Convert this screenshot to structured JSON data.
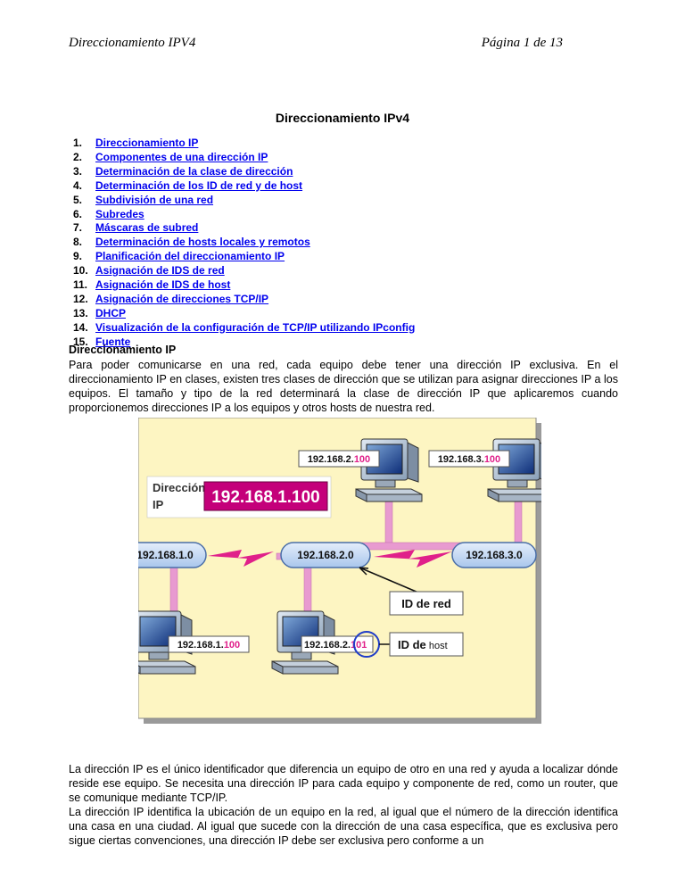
{
  "header": {
    "left": "Direccionamiento IPV4",
    "right": "Página 1 de 13"
  },
  "title": "Direccionamiento IPv4",
  "toc": [
    {
      "num": "1.",
      "label": "Direccionamiento IP"
    },
    {
      "num": "2.",
      "label": "Componentes de una dirección IP"
    },
    {
      "num": "3.",
      "label": "Determinación de la clase de dirección"
    },
    {
      "num": "4.",
      "label": "Determinación de los ID de red y de host"
    },
    {
      "num": "5.",
      "label": "Subdivisión de una red"
    },
    {
      "num": "6.",
      "label": "Subredes"
    },
    {
      "num": "7.",
      "label": "Máscaras de subred"
    },
    {
      "num": "8.",
      "label": "Determinación de hosts locales y remotos"
    },
    {
      "num": "9.",
      "label": "Planificación del direccionamiento IP"
    },
    {
      "num": "10.",
      "label": "Asignación de IDS de red"
    },
    {
      "num": "11.",
      "label": "Asignación de IDS de host"
    },
    {
      "num": "12.",
      "label": "Asignación de direcciones TCP/IP"
    },
    {
      "num": "13.",
      "label": "DHCP"
    },
    {
      "num": "14.",
      "label": "Visualización de la configuración de TCP/IP utilizando IPconfig"
    },
    {
      "num": "15.",
      "label": "Fuente"
    }
  ],
  "section_heading": "Direccionamiento IP",
  "intro_paragraph": "Para poder comunicarse en una red, cada equipo debe tener una dirección IP exclusiva. En el direccionamiento IP en clases, existen tres clases de dirección que se utilizan para asignar direcciones IP a los equipos. El tamaño y tipo de la red determinará la clase de dirección IP que aplicaremos cuando proporcionemos direcciones IP a los equipos y otros hosts de nuestra red.",
  "diagram": {
    "address_label_line1": "Dirección",
    "address_label_line2": "IP",
    "address_value": "192.168.1.100",
    "networks": [
      "192.168.1.0",
      "192.168.2.0",
      "192.168.3.0"
    ],
    "host_top_left_prefix": "192.168.2.",
    "host_top_left_suffix": "100",
    "host_top_right_prefix": "192.168.3.",
    "host_top_right_suffix": "100",
    "host_bottom_left_prefix": "192.168.1.",
    "host_bottom_left_suffix": "100",
    "host_bottom_right_prefix": "192.168.2.",
    "host_bottom_right_suffix": "101",
    "network_id_label": "ID de red",
    "host_id_label_bold": "ID de",
    "host_id_label_rest": " host",
    "colors": {
      "background": "#fdf5c2",
      "pipe": "#e89ad0",
      "lightning": "#e0208a",
      "node": "#c6dbf6",
      "accent": "#c4007a"
    }
  },
  "paragraph_2": "La dirección IP es el único identificador que diferencia un equipo de otro en una red y ayuda a localizar dónde reside ese equipo. Se necesita una dirección IP para cada equipo y componente de red, como un router, que se comunique mediante TCP/IP.",
  "paragraph_3": "La dirección IP identifica la ubicación de un equipo en la red, al igual que el número de la dirección identifica una casa en una ciudad. Al igual que sucede con la dirección de una casa específica, que es exclusiva pero sigue ciertas convenciones, una dirección IP debe ser exclusiva pero conforme a un"
}
